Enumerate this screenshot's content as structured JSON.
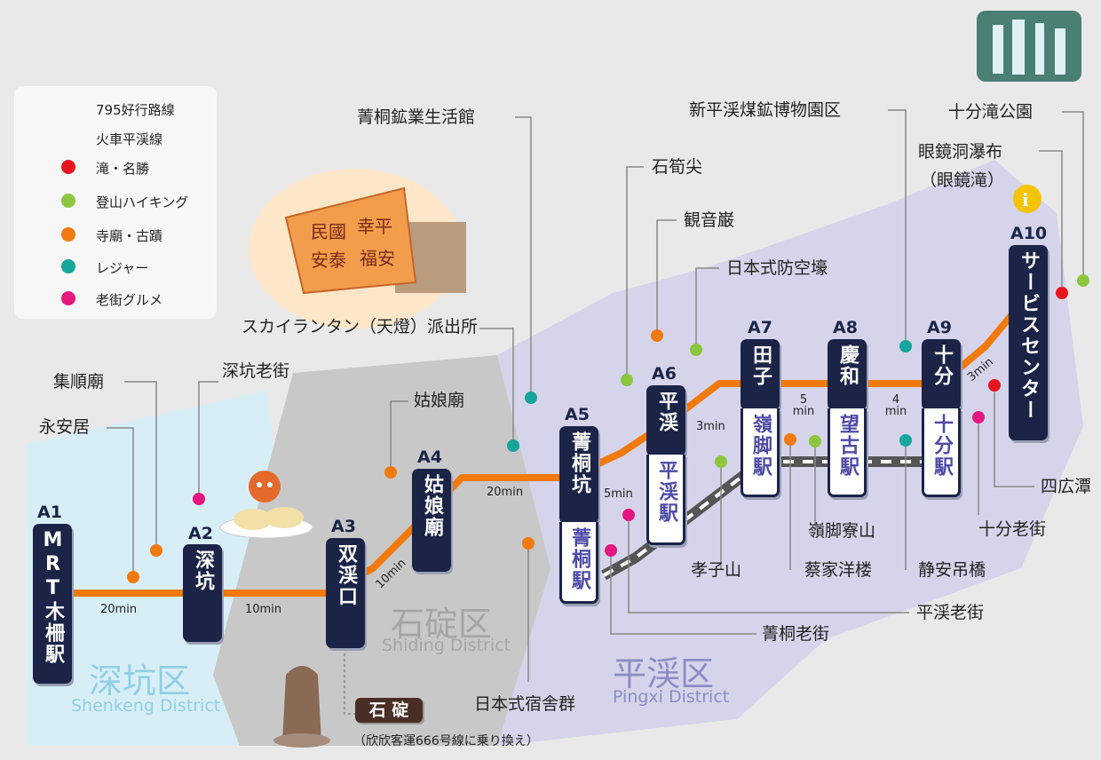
{
  "legend": [
    {
      "label": "795好行路線",
      "type": "bus-line"
    },
    {
      "label": "火車平渓線",
      "type": "rail-line"
    },
    {
      "label": "滝・名勝",
      "color": "#e8141e"
    },
    {
      "label": "登山ハイキング",
      "color": "#8cc63e"
    },
    {
      "label": "寺廟・古蹟",
      "color": "#f07a0e"
    },
    {
      "label": "レジャー",
      "color": "#15a59a"
    },
    {
      "label": "老街グルメ",
      "color": "#e4177e"
    }
  ],
  "colors": {
    "bus_line": "#f07a0e",
    "rail_line": "#555555",
    "station_fill": "#1b2447",
    "rail_station_text": "#4f4ba6"
  },
  "stations": [
    {
      "code": "A1",
      "name": "MRT木柵駅"
    },
    {
      "code": "A2",
      "name": "深坑"
    },
    {
      "code": "A3",
      "name": "双渓口"
    },
    {
      "code": "A4",
      "name": "姑娘廟"
    },
    {
      "code": "A5",
      "name": "菁桐坑",
      "rail_name": "菁桐駅"
    },
    {
      "code": "A6",
      "name": "平渓",
      "rail_name": "平渓駅"
    },
    {
      "code": "A7",
      "name": "田子",
      "rail_name": "嶺脚駅"
    },
    {
      "code": "A8",
      "name": "慶和",
      "rail_name": "望古駅"
    },
    {
      "code": "A9",
      "name": "十分",
      "rail_name": "十分駅"
    },
    {
      "code": "A10",
      "name": "サービスセンター"
    }
  ],
  "travel_times": [
    "20min",
    "10min",
    "10min",
    "20min",
    "5min",
    "3min",
    "5 min",
    "4 min",
    "3min"
  ],
  "pois": [
    {
      "name": "永安居",
      "category": "temple"
    },
    {
      "name": "集順廟",
      "category": "temple"
    },
    {
      "name": "深坑老街",
      "category": "old-street"
    },
    {
      "name": "姑娘廟",
      "category": "temple"
    },
    {
      "name": "スカイランタン（天燈）派出所",
      "category": "leisure"
    },
    {
      "name": "菁桐鉱業生活館",
      "category": "leisure"
    },
    {
      "name": "日本式宿舎群",
      "category": "temple"
    },
    {
      "name": "菁桐老街",
      "category": "old-street"
    },
    {
      "name": "平渓老街",
      "category": "old-street"
    },
    {
      "name": "石筍尖",
      "category": "hiking"
    },
    {
      "name": "観音巌",
      "category": "temple"
    },
    {
      "name": "日本式防空壕",
      "category": "hiking"
    },
    {
      "name": "孝子山",
      "category": "hiking"
    },
    {
      "name": "蔡家洋楼",
      "category": "temple"
    },
    {
      "name": "嶺脚寮山",
      "category": "hiking"
    },
    {
      "name": "新平渓煤鉱博物園区",
      "category": "leisure"
    },
    {
      "name": "静安吊橋",
      "category": "leisure"
    },
    {
      "name": "十分老街",
      "category": "old-street"
    },
    {
      "name": "四広潭",
      "category": "scenic"
    },
    {
      "name": "眼鏡洞瀑布",
      "category": "scenic"
    },
    {
      "name": "（眼鏡滝）",
      "category": "scenic"
    },
    {
      "name": "十分滝公園",
      "category": "hiking"
    }
  ],
  "districts": [
    {
      "name": "深坑区",
      "en": "Shenkeng District"
    },
    {
      "name": "石碇区",
      "en": "Shiding District"
    },
    {
      "name": "平渓区",
      "en": "Pingxi District"
    }
  ],
  "lantern_text": [
    "民國",
    "安泰",
    "幸平",
    "福安"
  ],
  "transfer": {
    "name": "石 碇",
    "note": "（欣欣客運666号線に乗り換え）"
  },
  "info_icon": "info-icon"
}
